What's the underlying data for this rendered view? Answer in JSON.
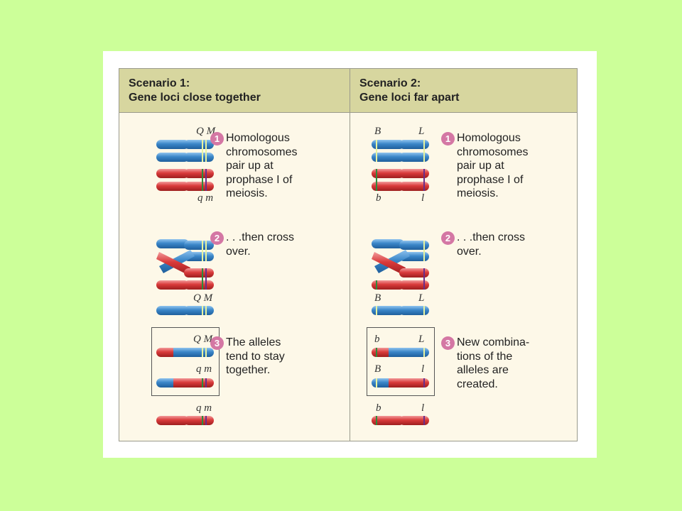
{
  "colors": {
    "background": "#ccff99",
    "header": "#d7d69f",
    "panel": "#fdf8e8",
    "blue": "#3a86c8",
    "red": "#d93a3a",
    "badge": "#d477a4"
  },
  "scenario1": {
    "title": "Scenario 1:",
    "subtitle": "Gene loci close together",
    "labels": {
      "pair_top": "Q M",
      "pair_bottom": "q m",
      "cross_top": "Q M",
      "box_top": "Q M",
      "box_bottom": "q m",
      "final": "q m"
    },
    "steps": [
      {
        "num": "1",
        "lines": [
          "Homologous",
          "chromosomes",
          "pair up at",
          "prophase I of",
          "meiosis."
        ]
      },
      {
        "num": "2",
        "lines": [
          ". . .then cross",
          "over."
        ]
      },
      {
        "num": "3",
        "lines": [
          "The alleles",
          "tend to stay",
          "together."
        ]
      }
    ]
  },
  "scenario2": {
    "title": "Scenario 2:",
    "subtitle": "Gene loci far apart",
    "labels": {
      "pair_top_left": "B",
      "pair_top_right": "L",
      "pair_bottom_left": "b",
      "pair_bottom_right": "l",
      "single_left": "B",
      "single_right": "L",
      "box1_left": "b",
      "box1_right": "L",
      "box2_left": "B",
      "box2_right": "l",
      "final_left": "b",
      "final_right": "l"
    },
    "steps": [
      {
        "num": "1",
        "lines": [
          "Homologous",
          "chromosomes",
          "pair up at",
          "prophase I of",
          "meiosis."
        ]
      },
      {
        "num": "2",
        "lines": [
          ". . .then cross",
          "over."
        ]
      },
      {
        "num": "3",
        "lines": [
          "New combina-",
          "tions of the",
          "alleles are",
          "created."
        ]
      }
    ]
  }
}
